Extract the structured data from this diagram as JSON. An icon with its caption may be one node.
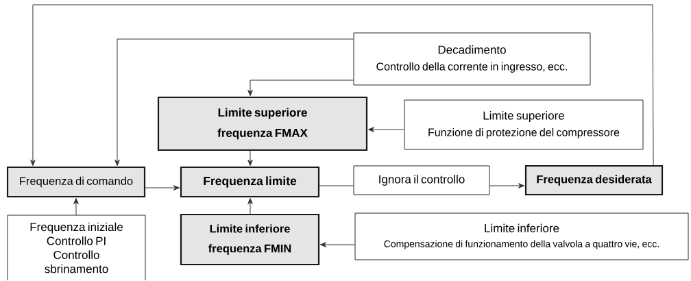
{
  "diagram": {
    "nodes": [
      {
        "text": [
          "Decadimento",
          "Controllo della corrente in ingresso, ecc."
        ]
      },
      {
        "text": [
          "Limite superiore frequenza FMAX"
        ]
      },
      {
        "text": [
          "Limite superiore",
          "Funzione di protezione del compressore"
        ]
      },
      {
        "text": [
          "Frequenza di comando"
        ]
      },
      {
        "text": [
          "Frequenza limite"
        ]
      },
      {
        "text": [
          "Ignora il controllo"
        ]
      },
      {
        "text": [
          "Frequenza desiderata"
        ]
      },
      {
        "text": [
          "Frequenza iniziale",
          "Controllo PI",
          "Controllo sbrinamento"
        ]
      },
      {
        "text": [
          "Limite inferiore frequenza FMIN"
        ]
      },
      {
        "text": [
          "Limite inferiore",
          "Compensazione di funzionamento della valvola a quattro vie, ecc."
        ]
      }
    ],
    "edges": [
      {
        "from": 6,
        "to": 3,
        "arrow": "to"
      },
      {
        "from": 0,
        "to": 3,
        "arrow": "to"
      },
      {
        "from": 0,
        "to": 1,
        "arrow": "to"
      },
      {
        "from": 2,
        "to": 1,
        "arrow": "to"
      },
      {
        "from": 1,
        "to": 4,
        "arrow": "to"
      },
      {
        "from": 3,
        "to": 4,
        "arrow": "to"
      },
      {
        "from": 8,
        "to": 4,
        "arrow": "to"
      },
      {
        "from": 4,
        "to": 5,
        "arrow": "none"
      },
      {
        "from": 5,
        "to": 6,
        "arrow": "to"
      },
      {
        "from": 7,
        "to": 3,
        "arrow": "to"
      },
      {
        "from": 9,
        "to": 8,
        "arrow": "to"
      }
    ]
  }
}
